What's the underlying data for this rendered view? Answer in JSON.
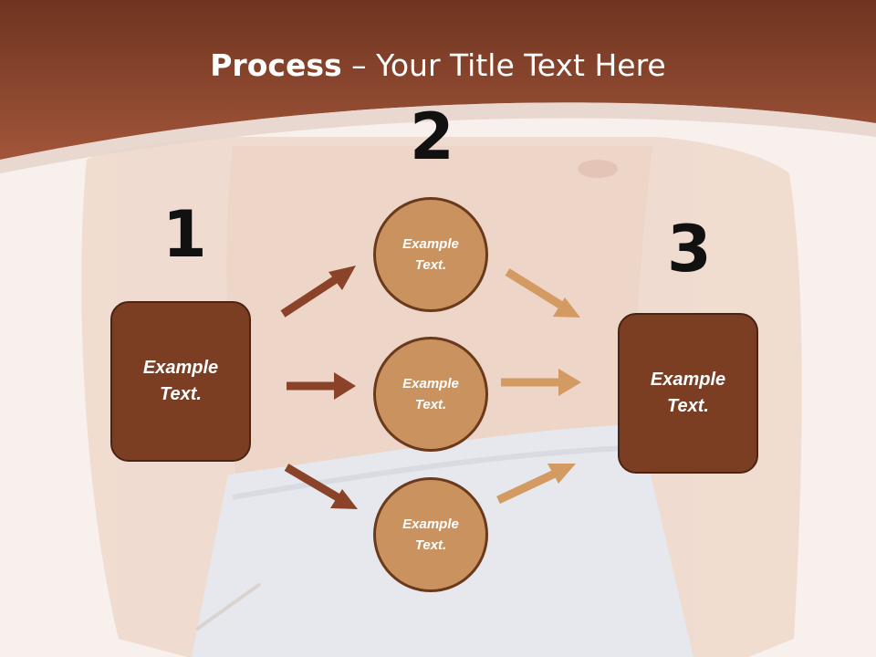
{
  "title": {
    "bold": "Process",
    "rest": " – Your Title Text Here"
  },
  "steps": [
    {
      "number": "1",
      "text": "Example Text."
    },
    {
      "number": "2",
      "items": [
        "Example Text.",
        "Example Text.",
        "Example Text."
      ]
    },
    {
      "number": "3",
      "text": "Example Text."
    }
  ],
  "colors": {
    "header": "#8a4329",
    "box": "#7b3e23",
    "circle": "#c9925f",
    "arrow_dark": "#8a4329",
    "arrow_light": "#d39a62"
  }
}
